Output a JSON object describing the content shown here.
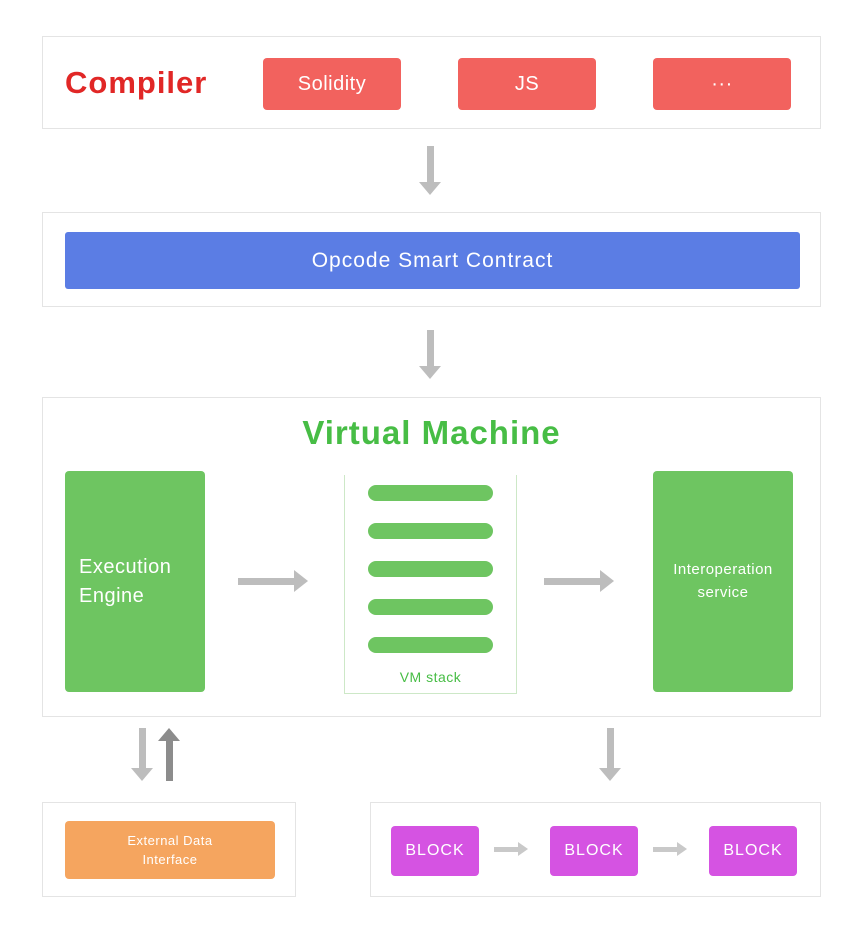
{
  "colors": {
    "red_text": "#e12726",
    "red_button": "#f2625e",
    "blue_bar": "#5b7de4",
    "green_box": "#6ec561",
    "green_text": "#47bd45",
    "orange_box": "#f5a55f",
    "magenta_block": "#d553e2",
    "arrow_gray": "#bdbdbd",
    "arrow_dark_gray": "#8c8c8c",
    "frame_border": "#e4e4e4"
  },
  "compiler": {
    "title": "Compiler",
    "buttons": [
      {
        "label": "Solidity"
      },
      {
        "label": "JS"
      },
      {
        "label": "···"
      }
    ]
  },
  "opcode": {
    "label": "Opcode Smart Contract"
  },
  "vm": {
    "title": "Virtual Machine",
    "execution_engine": "Execution\nEngine",
    "vm_stack": {
      "label": "VM stack",
      "bar_count": 5
    },
    "interoperation": "Interoperation\nservice"
  },
  "external_data": {
    "label": "External Data\nInterface"
  },
  "blockchain": {
    "blocks": [
      {
        "label": "BLOCK"
      },
      {
        "label": "BLOCK"
      },
      {
        "label": "BLOCK"
      }
    ]
  }
}
